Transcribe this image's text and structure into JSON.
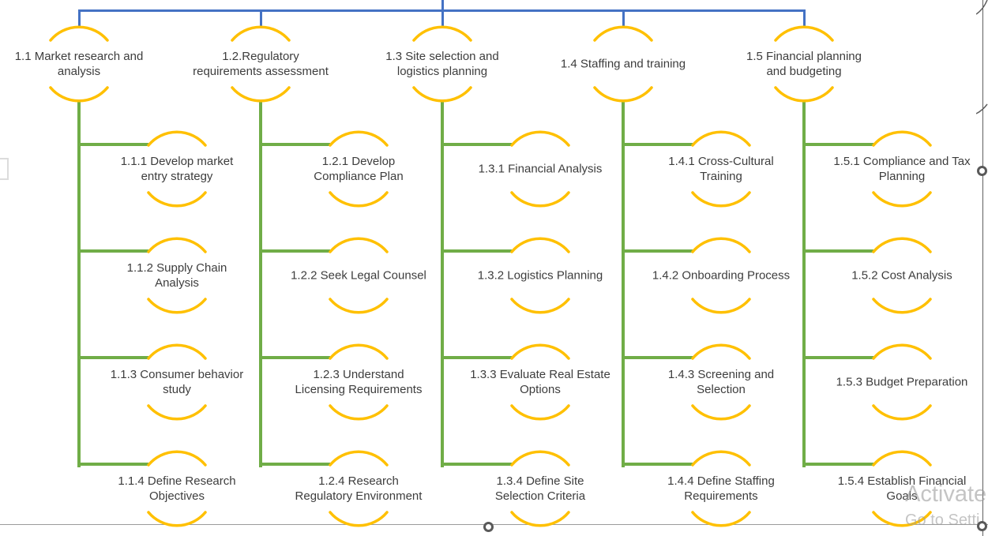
{
  "diagram": {
    "kind": "work-breakdown-structure-smartart",
    "colors": {
      "level1_connector": "#4472C4",
      "level2_connector": "#70AD47",
      "node_arc": "#FFC000",
      "text": "#3d3d3d",
      "selection_handle": "#595959"
    },
    "branches": [
      {
        "label": "1.1 Market research and\nanalysis",
        "children": [
          {
            "label": "1.1.1 Develop market\nentry strategy"
          },
          {
            "label": "1.1.2 Supply Chain\nAnalysis"
          },
          {
            "label": "1.1.3 Consumer behavior\nstudy"
          },
          {
            "label": "1.1.4 Define Research\nObjectives"
          }
        ]
      },
      {
        "label": "1.2.Regulatory\nrequirements assessment",
        "children": [
          {
            "label": "1.2.1 Develop\nCompliance Plan"
          },
          {
            "label": "1.2.2 Seek Legal Counsel"
          },
          {
            "label": "1.2.3 Understand\nLicensing Requirements"
          },
          {
            "label": "1.2.4 Research\nRegulatory Environment"
          }
        ]
      },
      {
        "label": "1.3 Site selection and\nlogistics planning",
        "children": [
          {
            "label": "1.3.1 Financial Analysis"
          },
          {
            "label": "1.3.2 Logistics Planning"
          },
          {
            "label": "1.3.3 Evaluate Real Estate\nOptions"
          },
          {
            "label": "1.3.4 Define Site\nSelection Criteria"
          }
        ]
      },
      {
        "label": "1.4 Staffing and training",
        "children": [
          {
            "label": "1.4.1 Cross-Cultural\nTraining"
          },
          {
            "label": "1.4.2 Onboarding Process"
          },
          {
            "label": "1.4.3  Screening and\nSelection"
          },
          {
            "label": "1.4.4 Define Staffing\nRequirements"
          }
        ]
      },
      {
        "label": "1.5 Financial planning\nand budgeting",
        "children": [
          {
            "label": "1.5.1 Compliance and Tax\nPlanning"
          },
          {
            "label": "1.5.2 Cost Analysis"
          },
          {
            "label": "1.5.3 Budget Preparation"
          },
          {
            "label": "1.5.4 Establish Financial\nGoals"
          }
        ]
      }
    ]
  },
  "watermark": {
    "line1": "Activate",
    "line2": "Go to Setti"
  }
}
